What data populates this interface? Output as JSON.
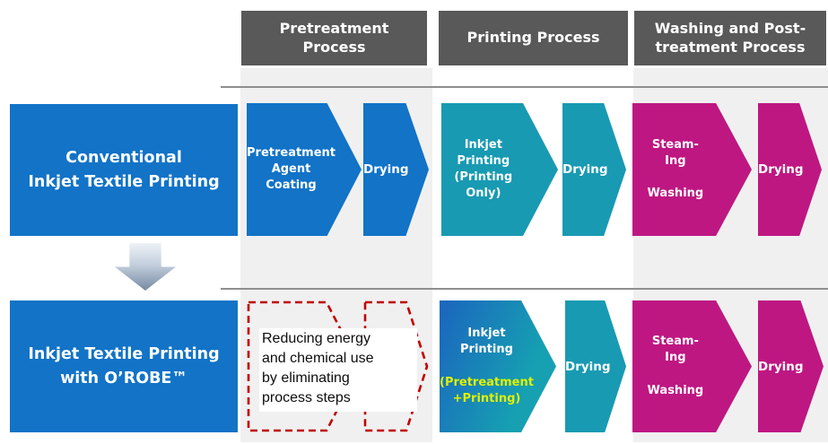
{
  "colors": {
    "blue": "#1273c7",
    "teal": "#189ab2",
    "magenta": "#be1782",
    "header_gray": "#595959",
    "band_gray": "#f0f0f0",
    "line_gray": "#8f8f8f",
    "dashed_red": "#c00000",
    "highlight_green": "#dff000"
  },
  "headers": [
    {
      "label": "Pretreatment\nProcess"
    },
    {
      "label": "Printing Process"
    },
    {
      "label": "Washing and Post-\ntreatment Process"
    }
  ],
  "rows": [
    {
      "label": "Conventional\nInkjet Textile Printing",
      "pretreatment": {
        "step1": "Pretreatment\nAgent\nCoating",
        "step2": "Drying"
      },
      "printing": {
        "step1": "Inkjet\nPrinting\n(Printing\nOnly)",
        "step2": "Drying"
      },
      "washing": {
        "step1": "Steam-\nIng\n\nWashing",
        "step2": "Drying"
      }
    },
    {
      "label": "Inkjet Textile Printing\nwith O’ROBE™",
      "pretreatment": {
        "note": "Reducing energy\nand chemical use\nby eliminating\nprocess steps"
      },
      "printing": {
        "step1_main": "Inkjet\nPrinting",
        "step1_highlight": "(Pretreatment\n+Printing)",
        "step2": "Drying"
      },
      "washing": {
        "step1": "Steam-\nIng\n\nWashing",
        "step2": "Drying"
      }
    }
  ]
}
